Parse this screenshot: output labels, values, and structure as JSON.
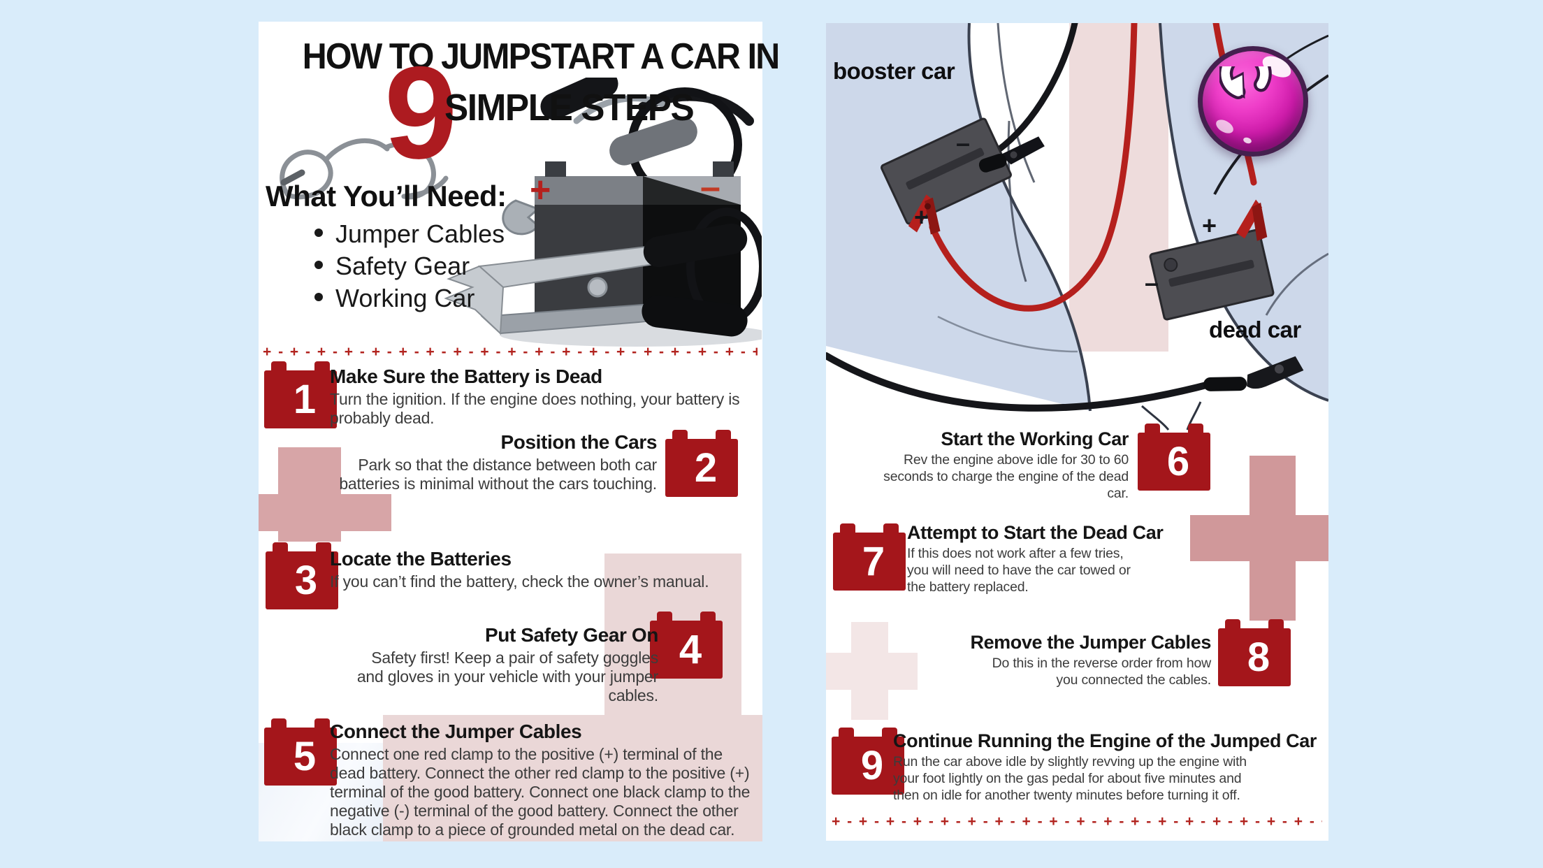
{
  "colors": {
    "page_bg": "#d9ecfa",
    "panel_bg": "#ffffff",
    "accent_red": "#a4161b",
    "title_red": "#ad1b20",
    "divider_red": "#b2241f",
    "pink_cross_dark": "#d7a5a7",
    "pink_block_light": "#ead7d7",
    "diagram_blue": "#cdd8ea",
    "button_magenta": "#cf1cab"
  },
  "left_panel": {
    "title_line1": "HOW TO JUMPSTART A CAR IN",
    "big_number": "9",
    "title_line2": "SIMPLE STEPS",
    "needs_heading": "What You’ll Need:",
    "needs_items": [
      "Jumper Cables",
      "Safety Gear",
      "Working Car"
    ],
    "battery_plus": "+",
    "battery_minus": "–",
    "divider": "+ - + - + - + - + - + - + - + - + - + - + - + - + - + - + - + - + - + - + - + - + - + - + - + - + - + - + - + - + - + - + - + - + - + - + - + - + -",
    "steps": [
      {
        "number": "1",
        "title": "Make Sure the Battery is Dead",
        "desc": "Turn the ignition. If the engine does nothing, your battery is probably dead."
      },
      {
        "number": "2",
        "title": "Position the Cars",
        "desc": "Park so that the distance between both car batteries is minimal without the cars touching."
      },
      {
        "number": "3",
        "title": "Locate the Batteries",
        "desc": "If you can’t find the battery, check the owner’s manual."
      },
      {
        "number": "4",
        "title": "Put Safety Gear On",
        "desc": "Safety first! Keep a pair of safety goggles and gloves in your vehicle with your jumper cables."
      },
      {
        "number": "5",
        "title": "Connect the Jumper Cables",
        "desc": "Connect one red clamp to the positive (+) terminal of the dead battery. Connect the other red clamp to the positive (+) terminal of the good battery. Connect one black clamp to the negative (-) terminal of the good battery. Connect the other black clamp to a piece of grounded metal on the dead car."
      }
    ]
  },
  "right_panel": {
    "booster_label": "booster car",
    "dead_label": "dead car",
    "booster_plus": "+",
    "booster_minus": "–",
    "dead_plus": "+",
    "dead_minus": "–",
    "divider": "+ - + - + - + - + - + - + - + - + - + - + - + - + - + - + - + - + - + - + - + - + - + - + - + - + - + - + - + - + - + - + - + - + - + - + - + - + -",
    "steps": [
      {
        "number": "6",
        "title": "Start the Working Car",
        "desc": "Rev the engine above idle for 30 to 60 seconds to charge the engine of the dead car."
      },
      {
        "number": "7",
        "title": "Attempt to Start the Dead Car",
        "desc": "If this does not work after a few tries, you will need to have the car towed or the battery replaced."
      },
      {
        "number": "8",
        "title": "Remove the Jumper Cables",
        "desc": "Do this in the reverse order from how you connected the cables."
      },
      {
        "number": "9",
        "title": "Continue Running the Engine of the Jumped Car",
        "desc": "Run the car above idle by slightly revving up the engine with your foot lightly on the gas pedal for about five minutes and then on idle for another twenty minutes before turning it off."
      }
    ]
  },
  "restart_button": {
    "icon": "undo-arrow"
  }
}
